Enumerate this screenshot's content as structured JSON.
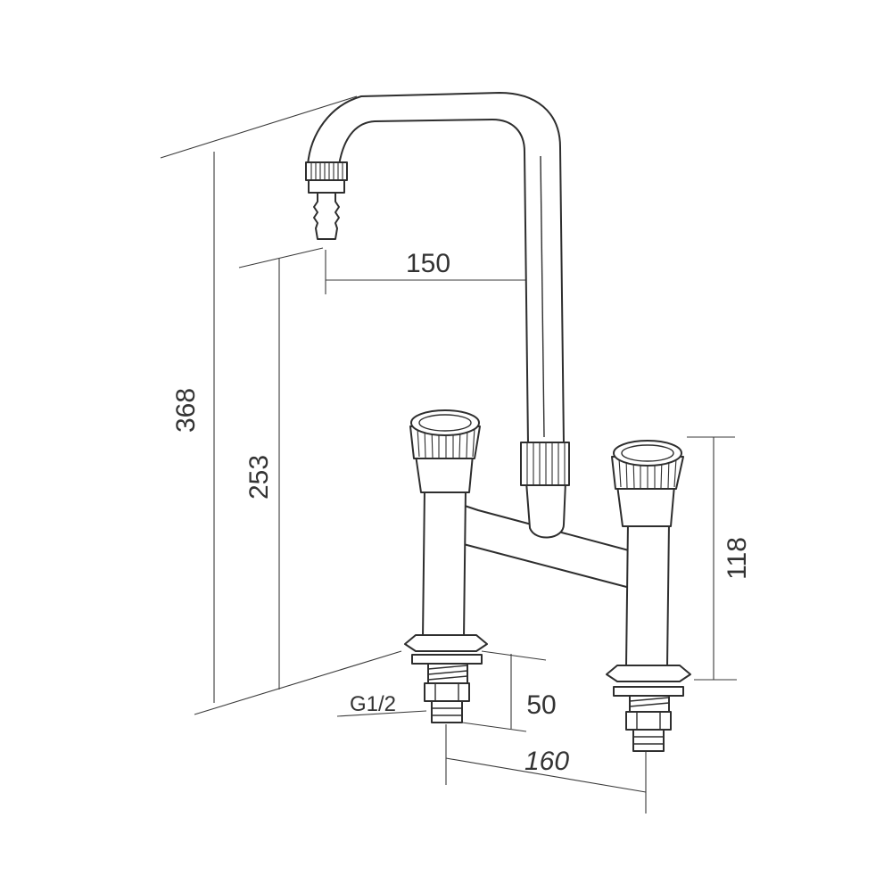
{
  "dimensions": {
    "overall_height": "368",
    "outlet_height": "253",
    "spout_reach": "150",
    "valve_height": "118",
    "shank_length": "50",
    "center_distance": "160",
    "thread_size": "G1/2"
  },
  "colors": {
    "line": "#2e2e2e",
    "text": "#333333",
    "background": "#ffffff"
  }
}
